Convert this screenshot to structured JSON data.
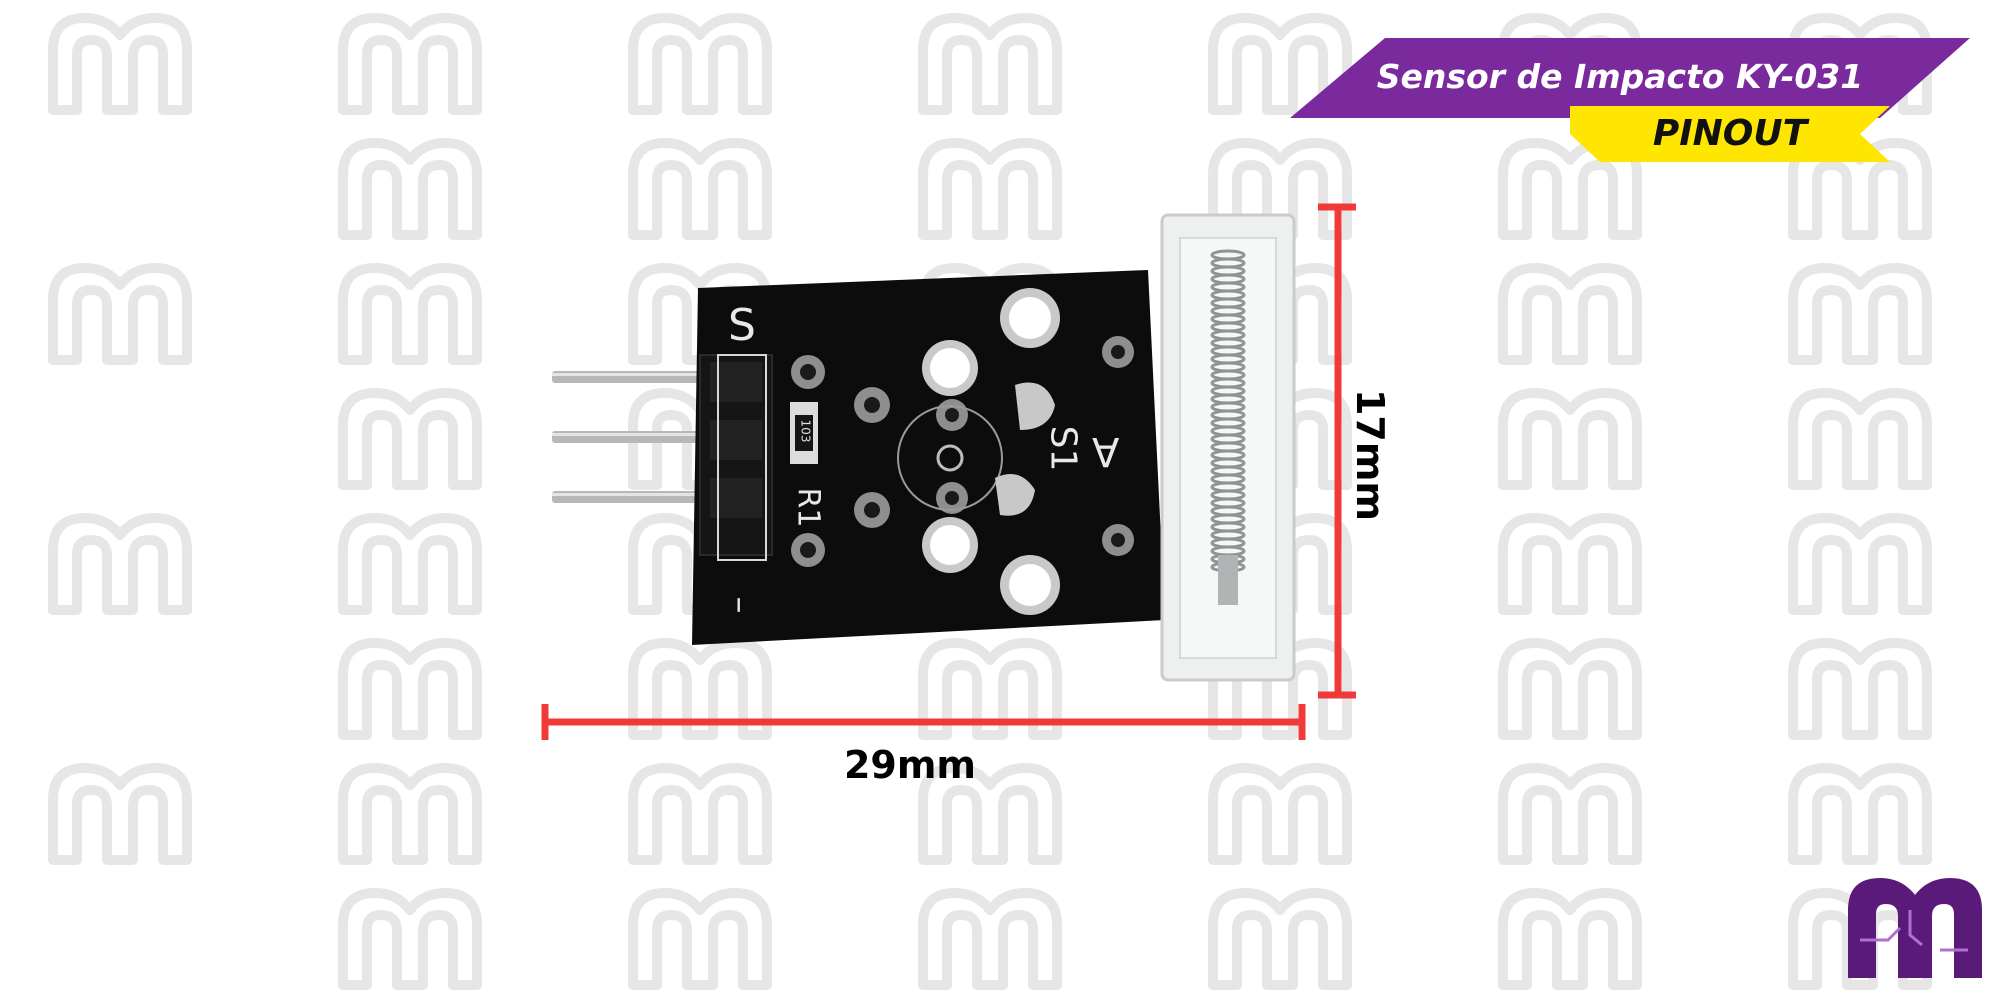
{
  "title": "Sensor de Impacto KY-031",
  "subtitle": "PINOUT",
  "dimensions": {
    "width": "29mm",
    "height": "17mm"
  },
  "board_labels": {
    "pin_s": "S",
    "pin_minus": "–",
    "resistor": "R1",
    "resistor_code": "103",
    "sensor": "S1",
    "sensor_letter": "A"
  },
  "colors": {
    "title_banner": "#7b2a9e",
    "subtitle_banner": "#ffe600",
    "dimension_line": "#f03a3a",
    "board": "#0c0c0c",
    "logo": "#5a1a7a"
  },
  "icons": [
    "watermark-m-icon",
    "brand-logo-icon"
  ]
}
